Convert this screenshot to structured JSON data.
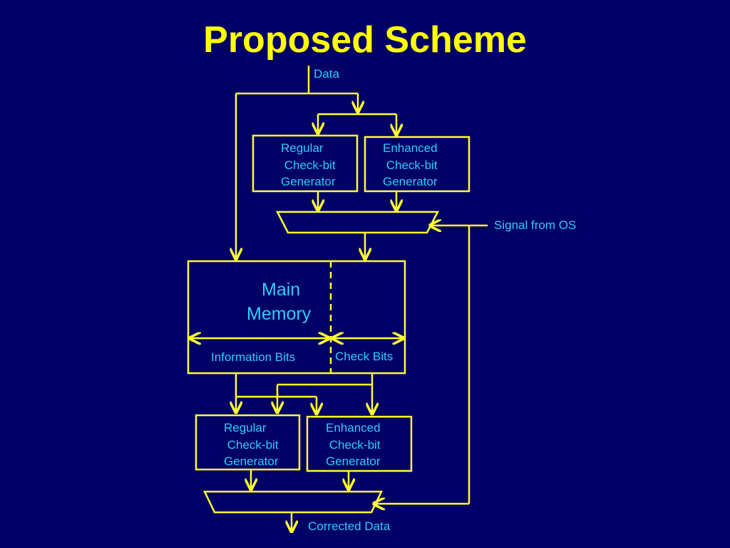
{
  "slide": {
    "title": "Proposed Scheme"
  },
  "labels": {
    "data_input": "Data",
    "signal_from_os": "Signal from OS",
    "main_memory_line1": "Main",
    "main_memory_line2": "Memory",
    "information_bits": "Information Bits",
    "check_bits": "Check Bits",
    "corrected_data": "Corrected Data"
  },
  "blocks": {
    "top_regular_generator": {
      "line1": "Regular",
      "line2": " Check-bit",
      "line3": "Generator"
    },
    "top_enhanced_generator": {
      "line1": "Enhanced",
      "line2": " Check-bit",
      "line3": "Generator"
    },
    "bottom_regular_generator": {
      "line1": "Regular",
      "line2": " Check-bit",
      "line3": "Generator"
    },
    "bottom_enhanced_generator": {
      "line1": "Enhanced",
      "line2": " Check-bit",
      "line3": "Generator"
    }
  },
  "colors": {
    "background": "#000066",
    "title": "#FFFF00",
    "lines": "#FFFF33",
    "text": "#33CCFF"
  }
}
